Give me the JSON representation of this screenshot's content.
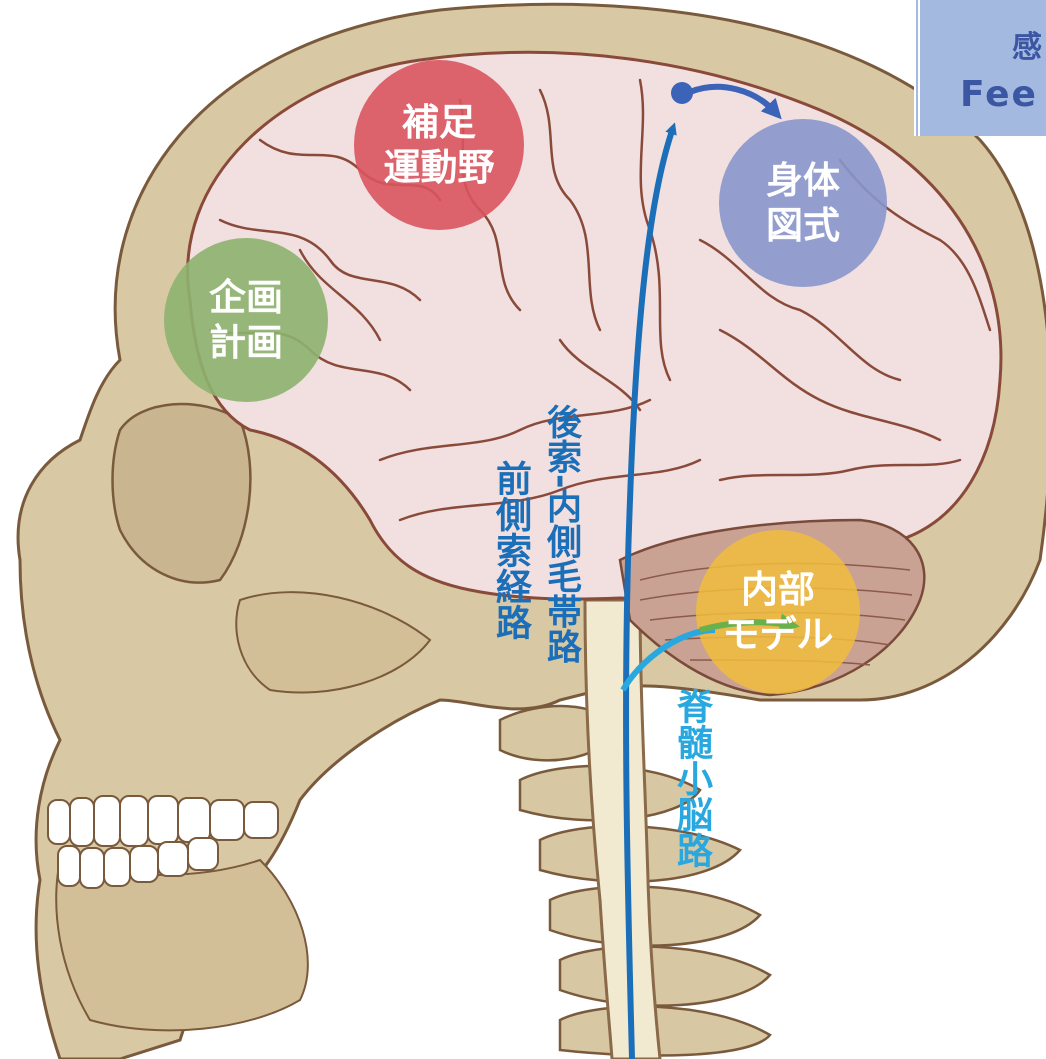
{
  "title_box": {
    "line1": "感",
    "line2": "Fee"
  },
  "regions": {
    "supplementary_motor": {
      "line1": "補足",
      "line2": "運動野",
      "color": "#d9545e"
    },
    "planning": {
      "line1": "企画",
      "line2": "計画",
      "color": "#8db26f"
    },
    "body_schema": {
      "line1": "身体",
      "line2": "図式",
      "color": "#8896cc"
    },
    "internal_model": {
      "line1": "内部",
      "line2": "モデル",
      "color": "#f1bd3c"
    }
  },
  "pathways": {
    "dorsal_column": {
      "label": "後索-内側毛帯路",
      "color": "#1b6fb8"
    },
    "anterolateral": {
      "label": "前側索経路",
      "color": "#1b6fb8"
    },
    "spinocerebellar": {
      "label": "脊髄小脳路",
      "color": "#29a8e0"
    }
  },
  "colors": {
    "skull": "#d9c8a4",
    "skull_outline": "#7a5a3c",
    "brain": "#f2dfe0",
    "brain_outline": "#8a4a3a",
    "cerebellum": "#c9a294",
    "spinal_cord": "#f2ead0",
    "vertebra": "#d8c7a3",
    "teeth": "#ffffff",
    "arrow_blue": "#1b6fb8",
    "arrow_body": "#3b63b8",
    "arrow_green": "#6ab04c",
    "arrow_cyan": "#29a8e0"
  }
}
